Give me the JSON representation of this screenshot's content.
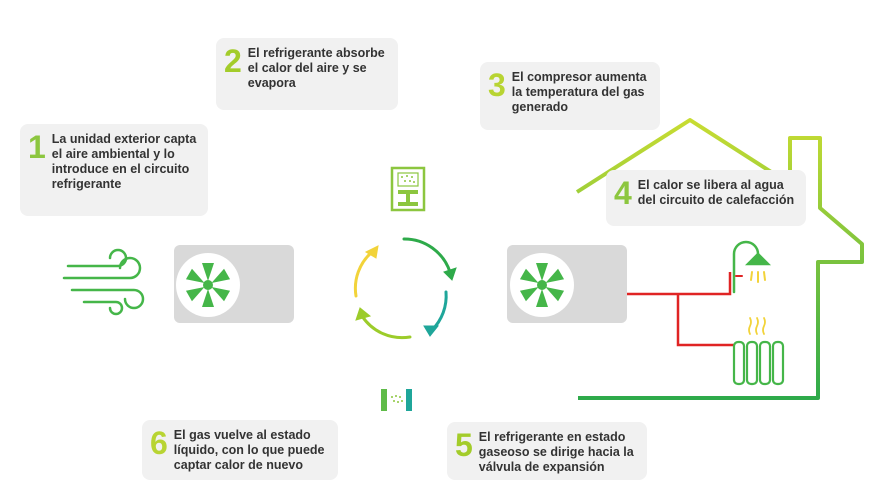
{
  "colors": {
    "yellow": "#f2d33a",
    "lime": "#9ccc2a",
    "green": "#2eaa4a",
    "teal": "#1fa69a",
    "red": "#e02424",
    "gray": "#d9d9d9",
    "fan": "#45b649",
    "number": "#8cc63f"
  },
  "icons": {
    "wind": "wind-icon",
    "fan_left": "fan-icon",
    "fan_right": "fan-icon",
    "evaporator": "evaporator-icon",
    "expansion_valve": "expansion-valve-icon",
    "shower": "shower-icon",
    "radiator": "radiator-icon",
    "cycle": "cycle-arrows-icon",
    "house": "house-icon"
  },
  "steps": [
    {
      "number": "1",
      "text": "La unidad exterior capta el aire ambiental y lo introduce en el circuito refrigerante"
    },
    {
      "number": "2",
      "text": "El refrigerante absorbe el calor del aire y se evapora"
    },
    {
      "number": "3",
      "text": "El compresor aumenta la temperatura del gas generado"
    },
    {
      "number": "4",
      "text": "El calor se libera al agua del circuito de calefacción"
    },
    {
      "number": "5",
      "text": "El refrigerante en estado gaseoso se dirige hacia la válvula de expansión"
    },
    {
      "number": "6",
      "text": "El gas vuelve al estado líquido, con lo que puede captar calor de nuevo"
    }
  ]
}
